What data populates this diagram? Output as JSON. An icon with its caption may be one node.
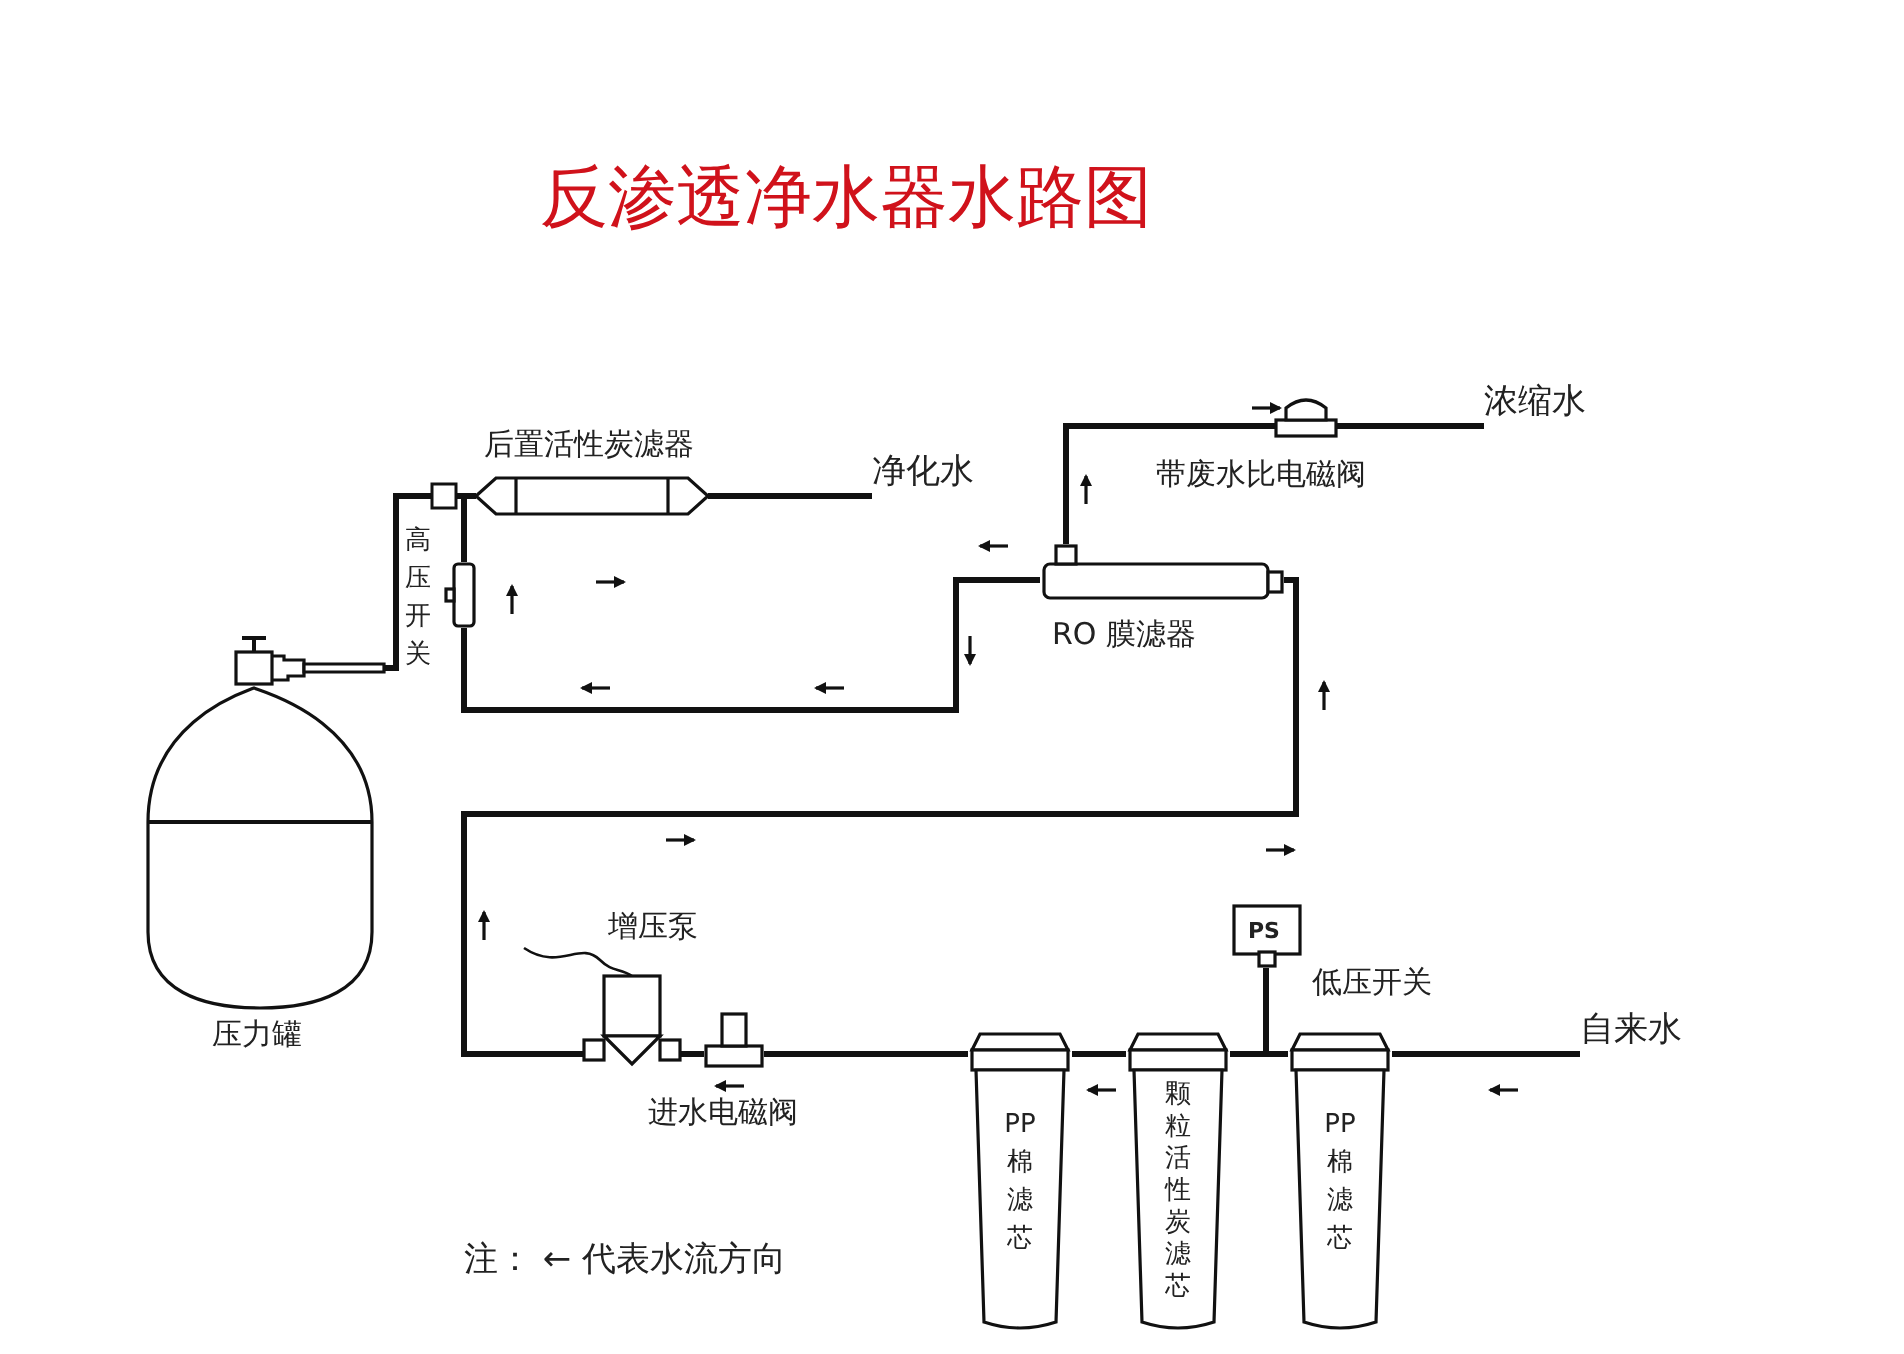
{
  "diagram": {
    "title": "反渗透净水器水路图",
    "nodes": [
      {
        "text": [
          "压力罐"
        ]
      },
      {
        "text": [
          "后置活性炭滤器"
        ]
      },
      {
        "text": [
          "高压开关"
        ]
      },
      {
        "text": [
          "RO 膜滤器"
        ]
      },
      {
        "text": [
          "带废水比电磁阀"
        ]
      },
      {
        "text": [
          "增压泵"
        ]
      },
      {
        "text": [
          "进水电磁阀"
        ]
      },
      {
        "text": [
          "PP棉滤芯"
        ]
      },
      {
        "text": [
          "颗粒活性炭滤芯"
        ]
      },
      {
        "text": [
          "PP棉滤芯"
        ]
      },
      {
        "text": [
          "PS"
        ],
        "beside": [
          "低压开关"
        ]
      },
      {
        "text": [
          "净化水"
        ]
      },
      {
        "text": [
          "浓缩水"
        ]
      },
      {
        "text": [
          "自来水"
        ]
      }
    ],
    "edges": [
      {
        "from": 0,
        "to": 1,
        "arrow": "none"
      },
      {
        "from": 2,
        "to": 1,
        "arrow": "none"
      },
      {
        "from": 1,
        "to": 11,
        "arrow": "none"
      },
      {
        "from": 3,
        "to": 2,
        "arrow": "none"
      },
      {
        "from": 3,
        "to": 4,
        "arrow": "none"
      },
      {
        "from": 4,
        "to": 12,
        "arrow": "none"
      },
      {
        "from": 5,
        "to": 3,
        "arrow": "none"
      },
      {
        "from": 6,
        "to": 5,
        "arrow": "none"
      },
      {
        "from": 7,
        "to": 6,
        "arrow": "none"
      },
      {
        "from": 8,
        "to": 7,
        "arrow": "none"
      },
      {
        "from": 9,
        "to": 8,
        "arrow": "none"
      },
      {
        "from": 10,
        "to": 8,
        "arrow": "none"
      },
      {
        "from": 13,
        "to": 9,
        "arrow": "none"
      }
    ],
    "labels": [
      "注： ← 代表水流方向"
    ]
  }
}
